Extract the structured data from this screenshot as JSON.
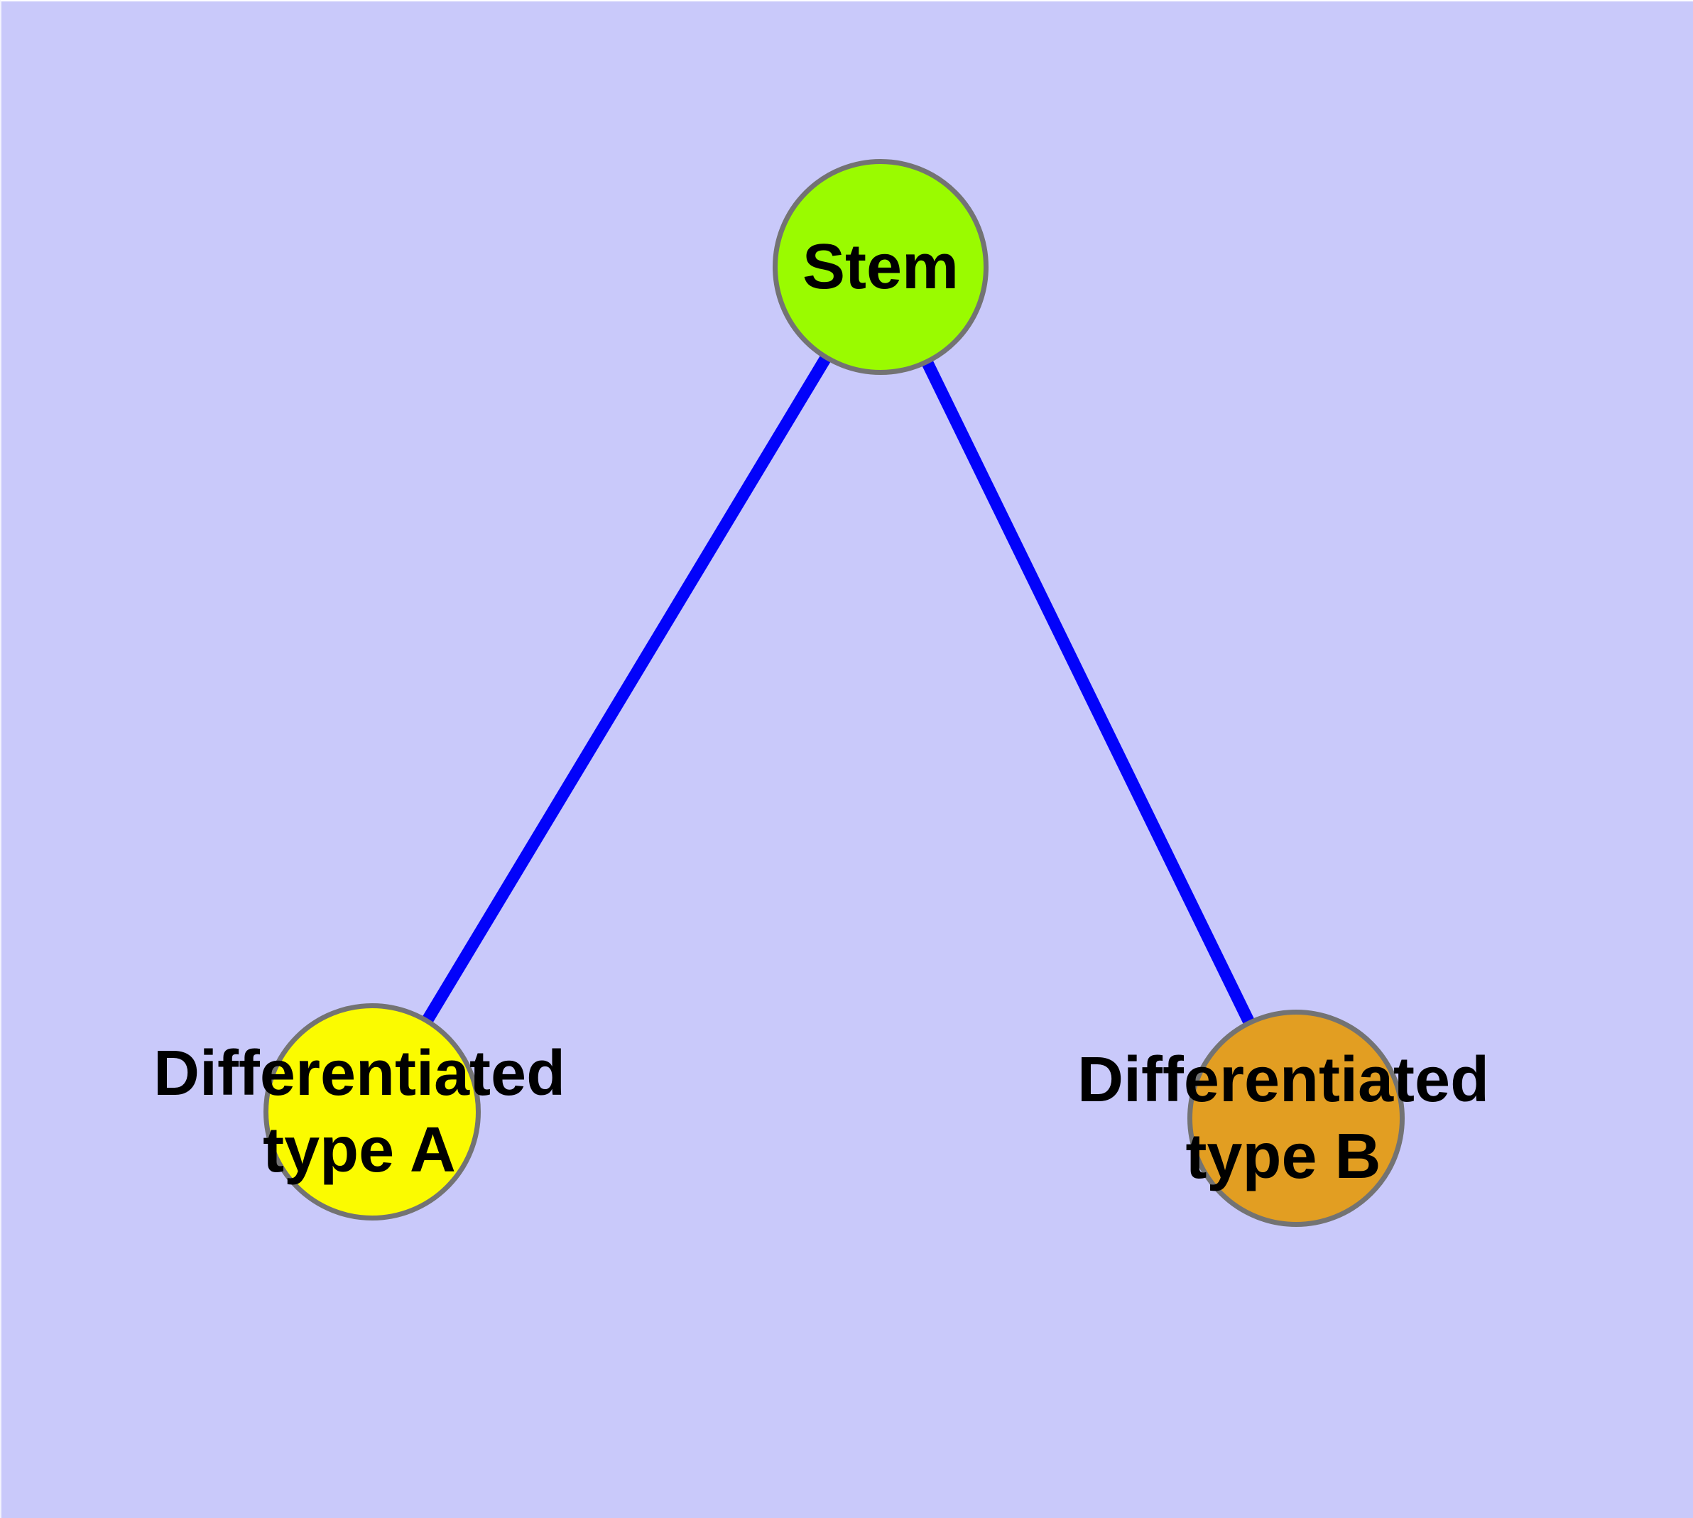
{
  "diagram": {
    "background_color": "#C9C9FA",
    "edge_color": "#0202FA",
    "node_border_color": "#737373",
    "label_text_color": "#000000",
    "nodes": [
      {
        "id": "stem",
        "label": "Stem",
        "fill": "#9AFB00"
      },
      {
        "id": "diff_a",
        "label": "Differentiated type A",
        "line1": "Differentiated",
        "line2": "type A",
        "fill": "#FBFB00"
      },
      {
        "id": "diff_b",
        "label": "Differentiated type B",
        "line1": "Differentiated",
        "line2": "type B",
        "fill": "#E29E22"
      }
    ],
    "edges": [
      {
        "from": "Stem",
        "to": "Differentiated type A"
      },
      {
        "from": "Stem",
        "to": "Differentiated type B"
      }
    ]
  }
}
